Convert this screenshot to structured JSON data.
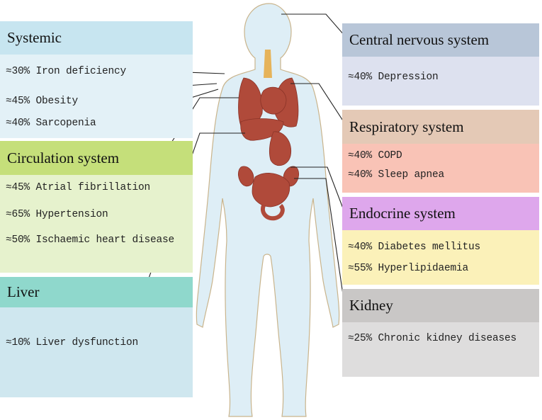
{
  "panels": {
    "systemic": {
      "title": "Systemic",
      "items": [
        "≈30% Iron deficiency",
        "≈45% Obesity",
        "≈40% Sarcopenia"
      ],
      "colors": {
        "header": "#c7e5f0",
        "body": "#e3f1f7"
      }
    },
    "circulation": {
      "title": "Circulation system",
      "items": [
        "≈45% Atrial fibrillation",
        "≈65% Hypertension",
        "≈50% Ischaemic heart disease"
      ],
      "colors": {
        "header": "#c5df7a",
        "body": "#e6f2cd"
      }
    },
    "liver": {
      "title": "Liver",
      "items": [
        "≈10% Liver dysfunction"
      ],
      "colors": {
        "header": "#8fd8cc",
        "body": "#cfe7ef"
      }
    },
    "cns": {
      "title": "Central nervous system",
      "items": [
        "≈40% Depression"
      ],
      "colors": {
        "header": "#b8c6d8",
        "body": "#dde1ef"
      }
    },
    "respiratory": {
      "title": "Respiratory system",
      "items": [
        "≈40% COPD",
        "≈40% Sleep apnea"
      ],
      "colors": {
        "header": "#e4c9b6",
        "body": "#f9c3b6"
      }
    },
    "endocrine": {
      "title": "Endocrine system",
      "items": [
        "≈40% Diabetes mellitus",
        "≈55% Hyperlipidaemia"
      ],
      "colors": {
        "header": "#dea7ec",
        "body": "#fbf1b9"
      }
    },
    "kidney": {
      "title": "Kidney",
      "items": [
        "≈25% Chronic kidney diseases"
      ],
      "colors": {
        "header": "#c9c7c6",
        "body": "#dedddd"
      }
    }
  },
  "figure": {
    "body_color": "#deeef6",
    "body_outline": "#c9b48c",
    "organ_color": "#b04a3a"
  }
}
